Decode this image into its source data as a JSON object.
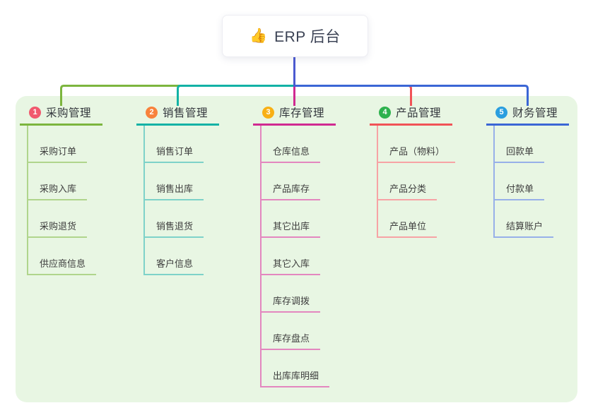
{
  "root": {
    "icon": "👍",
    "label": "ERP 后台"
  },
  "branches": [
    {
      "num": "1",
      "label": "采购管理",
      "badge_color": "#f1596e",
      "line_color": "#7cb53e",
      "line_light": "#b0d58c",
      "children": [
        "采购订单",
        "采购入库",
        "采购退货",
        "供应商信息"
      ]
    },
    {
      "num": "2",
      "label": "销售管理",
      "badge_color": "#f8823c",
      "line_color": "#13b2a5",
      "line_light": "#7ed2c9",
      "children": [
        "销售订单",
        "销售出库",
        "销售退货",
        "客户信息"
      ]
    },
    {
      "num": "3",
      "label": "库存管理",
      "badge_color": "#f8b015",
      "line_color": "#d02a91",
      "line_light": "#e387bf",
      "children": [
        "仓库信息",
        "产品库存",
        "其它出库",
        "其它入库",
        "库存调拨",
        "库存盘点",
        "出库库明细"
      ]
    },
    {
      "num": "4",
      "label": "产品管理",
      "badge_color": "#2eb24e",
      "line_color": "#f15357",
      "line_light": "#f7a3a5",
      "children": [
        "产品（物料）",
        "产品分类",
        "产品单位"
      ]
    },
    {
      "num": "5",
      "label": "财务管理",
      "badge_color": "#2a9edf",
      "line_color": "#3b66d5",
      "line_light": "#97b0e9",
      "children": [
        "回款单",
        "付款单",
        "结算账户"
      ]
    }
  ],
  "colors": {
    "page_bg": "#ffffff",
    "panel_bg": "#e8f6e3",
    "root_stem": "#4c5ad0"
  }
}
